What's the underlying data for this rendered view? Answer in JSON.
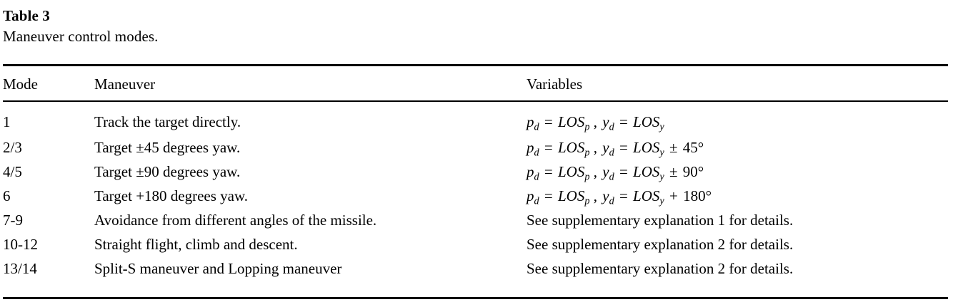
{
  "caption": {
    "label": "Table 3",
    "text": "Maneuver control modes."
  },
  "table": {
    "columns": [
      "Mode",
      "Maneuver",
      "Variables"
    ],
    "rows": [
      {
        "mode": "1",
        "maneuver": "Track the target directly.",
        "variables_text": "p_d = LOS_p , y_d = LOS_y",
        "variables_type": "formula",
        "formula": {
          "lhs_var": "p",
          "lhs_sub": "d",
          "eq": "=",
          "rhs_name": "LOS",
          "rhs_sub": "p",
          "comma": ",",
          "lhs2_var": "y",
          "lhs2_sub": "d",
          "eq2": "=",
          "rhs2_name": "LOS",
          "rhs2_sub": "y",
          "offset_op": "",
          "offset_value": ""
        }
      },
      {
        "mode": "2/3",
        "maneuver": "Target ±45 degrees yaw.",
        "variables_text": "p_d = LOS_p , y_d = LOS_y ± 45°",
        "variables_type": "formula",
        "formula": {
          "lhs_var": "p",
          "lhs_sub": "d",
          "eq": "=",
          "rhs_name": "LOS",
          "rhs_sub": "p",
          "comma": ",",
          "lhs2_var": "y",
          "lhs2_sub": "d",
          "eq2": "=",
          "rhs2_name": "LOS",
          "rhs2_sub": "y",
          "offset_op": "±",
          "offset_value": "45°"
        }
      },
      {
        "mode": "4/5",
        "maneuver": "Target ±90 degrees yaw.",
        "variables_text": "p_d = LOS_p , y_d = LOS_y ± 90°",
        "variables_type": "formula",
        "formula": {
          "lhs_var": "p",
          "lhs_sub": "d",
          "eq": "=",
          "rhs_name": "LOS",
          "rhs_sub": "p",
          "comma": ",",
          "lhs2_var": "y",
          "lhs2_sub": "d",
          "eq2": "=",
          "rhs2_name": "LOS",
          "rhs2_sub": "y",
          "offset_op": "±",
          "offset_value": "90°"
        }
      },
      {
        "mode": "6",
        "maneuver": "Target +180 degrees yaw.",
        "variables_text": "p_d = LOS_p , y_d = LOS_y + 180°",
        "variables_type": "formula",
        "formula": {
          "lhs_var": "p",
          "lhs_sub": "d",
          "eq": "=",
          "rhs_name": "LOS",
          "rhs_sub": "p",
          "comma": ",",
          "lhs2_var": "y",
          "lhs2_sub": "d",
          "eq2": "=",
          "rhs2_name": "LOS",
          "rhs2_sub": "y",
          "offset_op": "+",
          "offset_value": "180°"
        }
      },
      {
        "mode": "7-9",
        "maneuver": "Avoidance from different angles of the missile.",
        "variables_text": "See supplementary explanation 1 for details.",
        "variables_type": "text"
      },
      {
        "mode": "10-12",
        "maneuver": "Straight flight, climb and descent.",
        "variables_text": "See supplementary explanation 2 for details.",
        "variables_type": "text"
      },
      {
        "mode": "13/14",
        "maneuver": "Split-S maneuver and Lopping maneuver",
        "variables_text": "See supplementary explanation 2 for details.",
        "variables_type": "text"
      }
    ]
  },
  "colors": {
    "text": "#000000",
    "rule": "#000000",
    "background": "#ffffff"
  }
}
